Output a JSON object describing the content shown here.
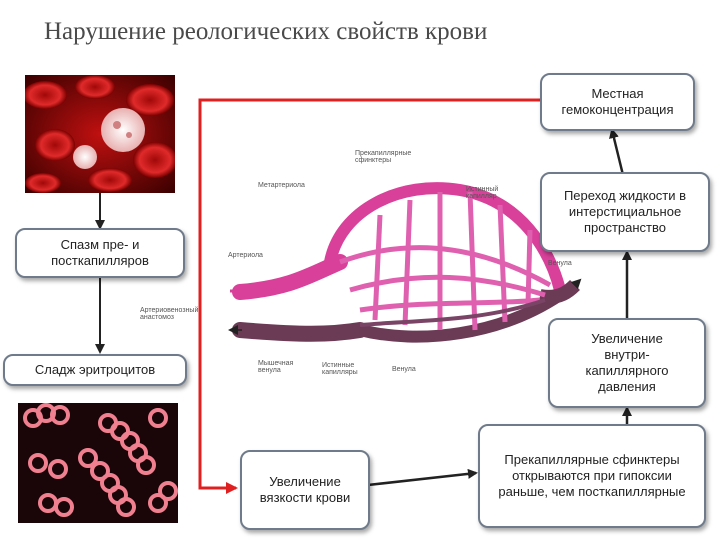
{
  "title": "Нарушение реологических свойств крови",
  "boxes": {
    "local_hemoconcentration": "Местная гемоконцентрация",
    "fluid_transition": "Переход жидкости в интерстициальное пространство",
    "spasm": "Спазм пре- и посткапилляров",
    "pressure_increase": "Увеличение внутри-капиллярного давления",
    "sludge": "Сладж эритроцитов",
    "viscosity": "Увеличение вязкости крови",
    "sphincters": "Прекапиллярные сфинктеры открываются при гипоксии раньше, чем посткапиллярные"
  },
  "diagram_labels": {
    "precapillary_sphincters": "Прекапиллярные сфинктеры",
    "metarteriole": "Метартериола",
    "true_capillary": "Истинный капилляр",
    "arteriole": "Артериола",
    "av_anastomosis": "Артериовенозный анастомоз",
    "muscular_venule": "Мышечная венула",
    "true_capillaries": "Истинные капилляры",
    "venule": "Венула",
    "venule2": "Венула"
  },
  "colors": {
    "arrow_red": "#e02020",
    "arrow_dark": "#222222",
    "box_border": "#6f7b8a",
    "capillary_pink": "#d8409a",
    "vessel_dark": "#6b3a55"
  }
}
